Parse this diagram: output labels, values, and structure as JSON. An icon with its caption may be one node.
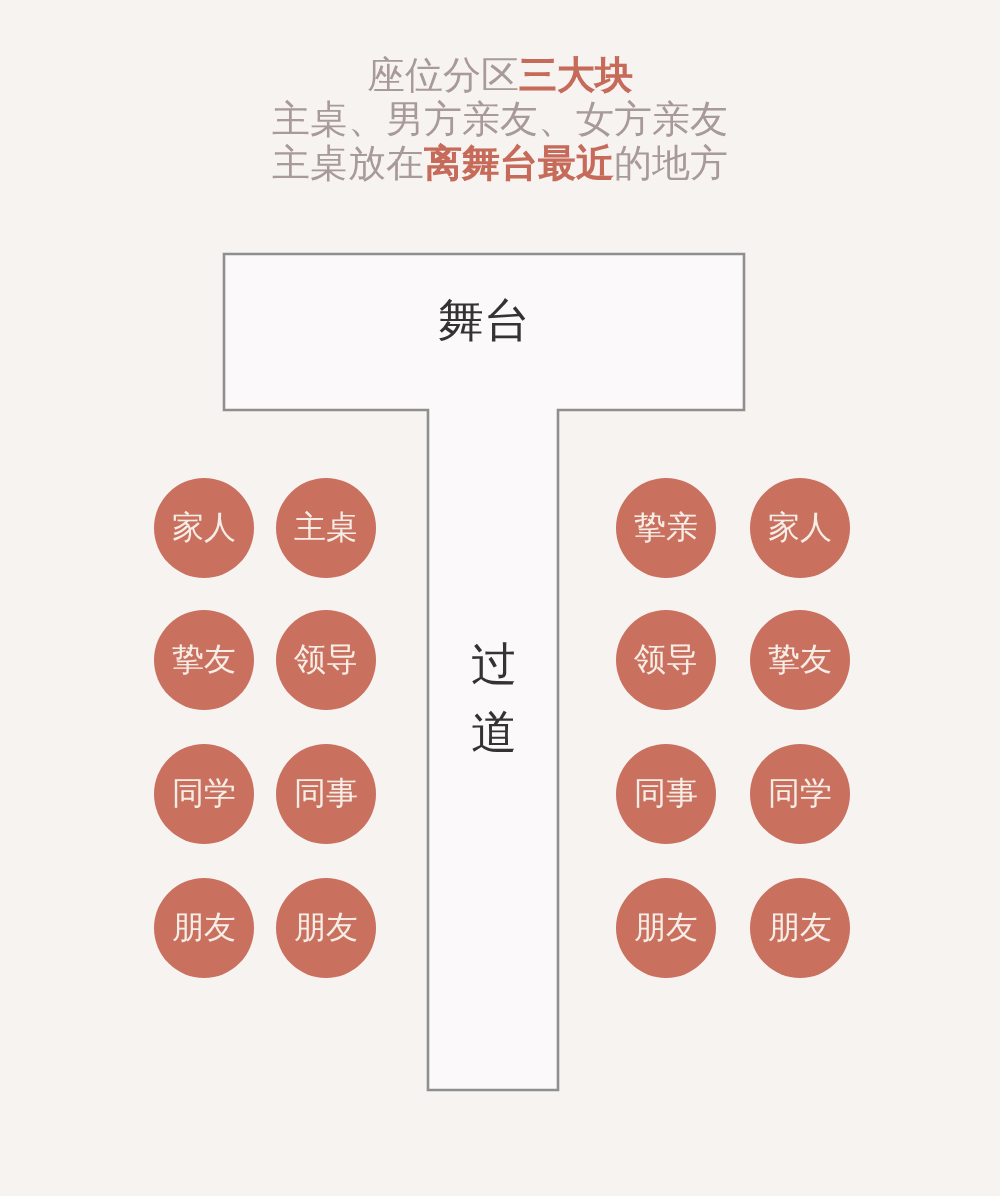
{
  "diagram": {
    "title": "座位分区**三大块**",
    "nodes": [
      {
        "text": [
          "舞台",
          "过道"
        ]
      },
      {
        "text": [
          "家人"
        ]
      },
      {
        "text": [
          "主桌"
        ]
      },
      {
        "text": [
          "挚亲"
        ]
      },
      {
        "text": [
          "家人"
        ]
      },
      {
        "text": [
          "挚友"
        ]
      },
      {
        "text": [
          "领导"
        ]
      },
      {
        "text": [
          "领导"
        ]
      },
      {
        "text": [
          "挚友"
        ]
      },
      {
        "text": [
          "同学"
        ]
      },
      {
        "text": [
          "同事"
        ]
      },
      {
        "text": [
          "同事"
        ]
      },
      {
        "text": [
          "同学"
        ]
      },
      {
        "text": [
          "朋友"
        ]
      },
      {
        "text": [
          "朋友"
        ]
      },
      {
        "text": [
          "朋友"
        ]
      },
      {
        "text": [
          "朋友"
        ]
      }
    ],
    "labels": [
      "主桌、男方亲友、女方亲友",
      "主桌放在**离舞台最近**的地方"
    ]
  }
}
